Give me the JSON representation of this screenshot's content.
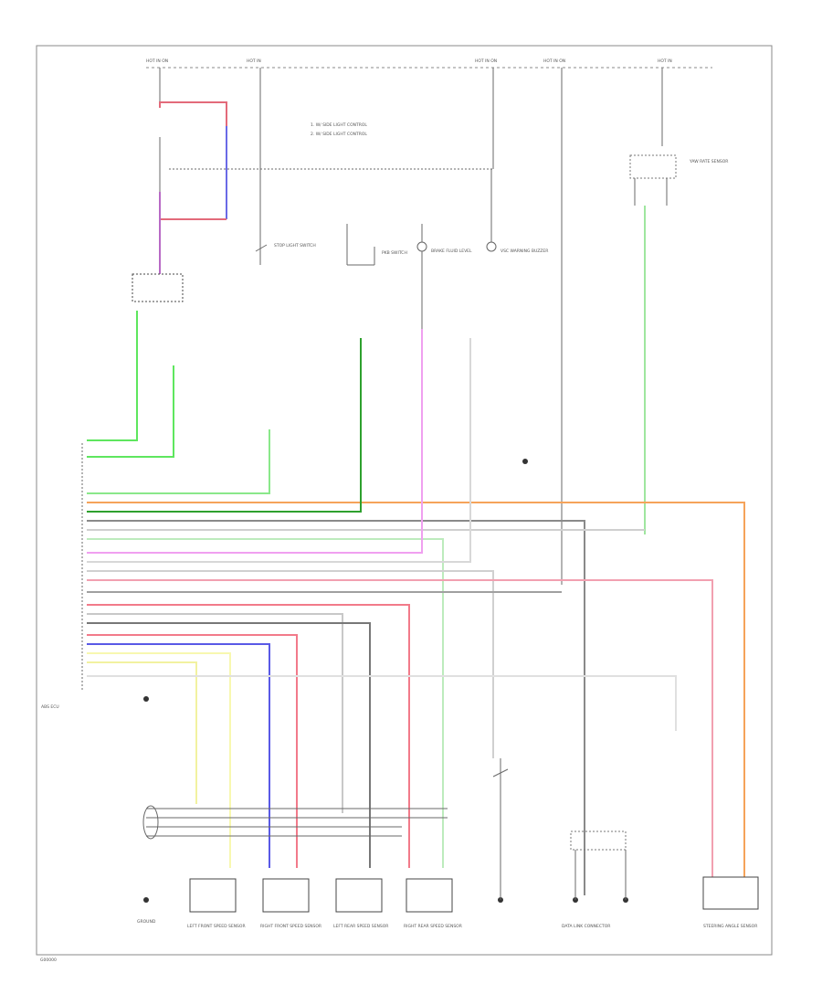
{
  "diagram": {
    "figure_id": "G00000",
    "notes": [
      "1. W/ SIDE LIGHT CONTROL",
      "2. W/ SIDE LIGHT CONTROL"
    ],
    "top_labels": [
      "HOT IN ON",
      "HOT IN",
      "HOT IN ON",
      "HOT IN ON",
      "HOT IN"
    ],
    "components": {
      "abs_module": "ABS ECU",
      "stop_light_switch": "STOP LIGHT SWITCH",
      "pkb_switch": "PKB SWITCH",
      "brake_fluid_switch": "BRAKE FLUID LEVEL",
      "vsc_warning_buzzer": "VSC WARNING BUZZER",
      "yaw_rate_sensor": "YAW RATE SENSOR",
      "steering_sensor": "STEERING ANGLE SENSOR",
      "speed_sensor_lf": "LEFT FRONT SPEED SENSOR",
      "speed_sensor_rf": "RIGHT FRONT SPEED SENSOR",
      "speed_sensor_lr": "LEFT REAR SPEED SENSOR",
      "speed_sensor_rr": "RIGHT REAR SPEED SENSOR",
      "dlc": "DATA LINK CONNECTOR",
      "ground": "GROUND"
    }
  }
}
